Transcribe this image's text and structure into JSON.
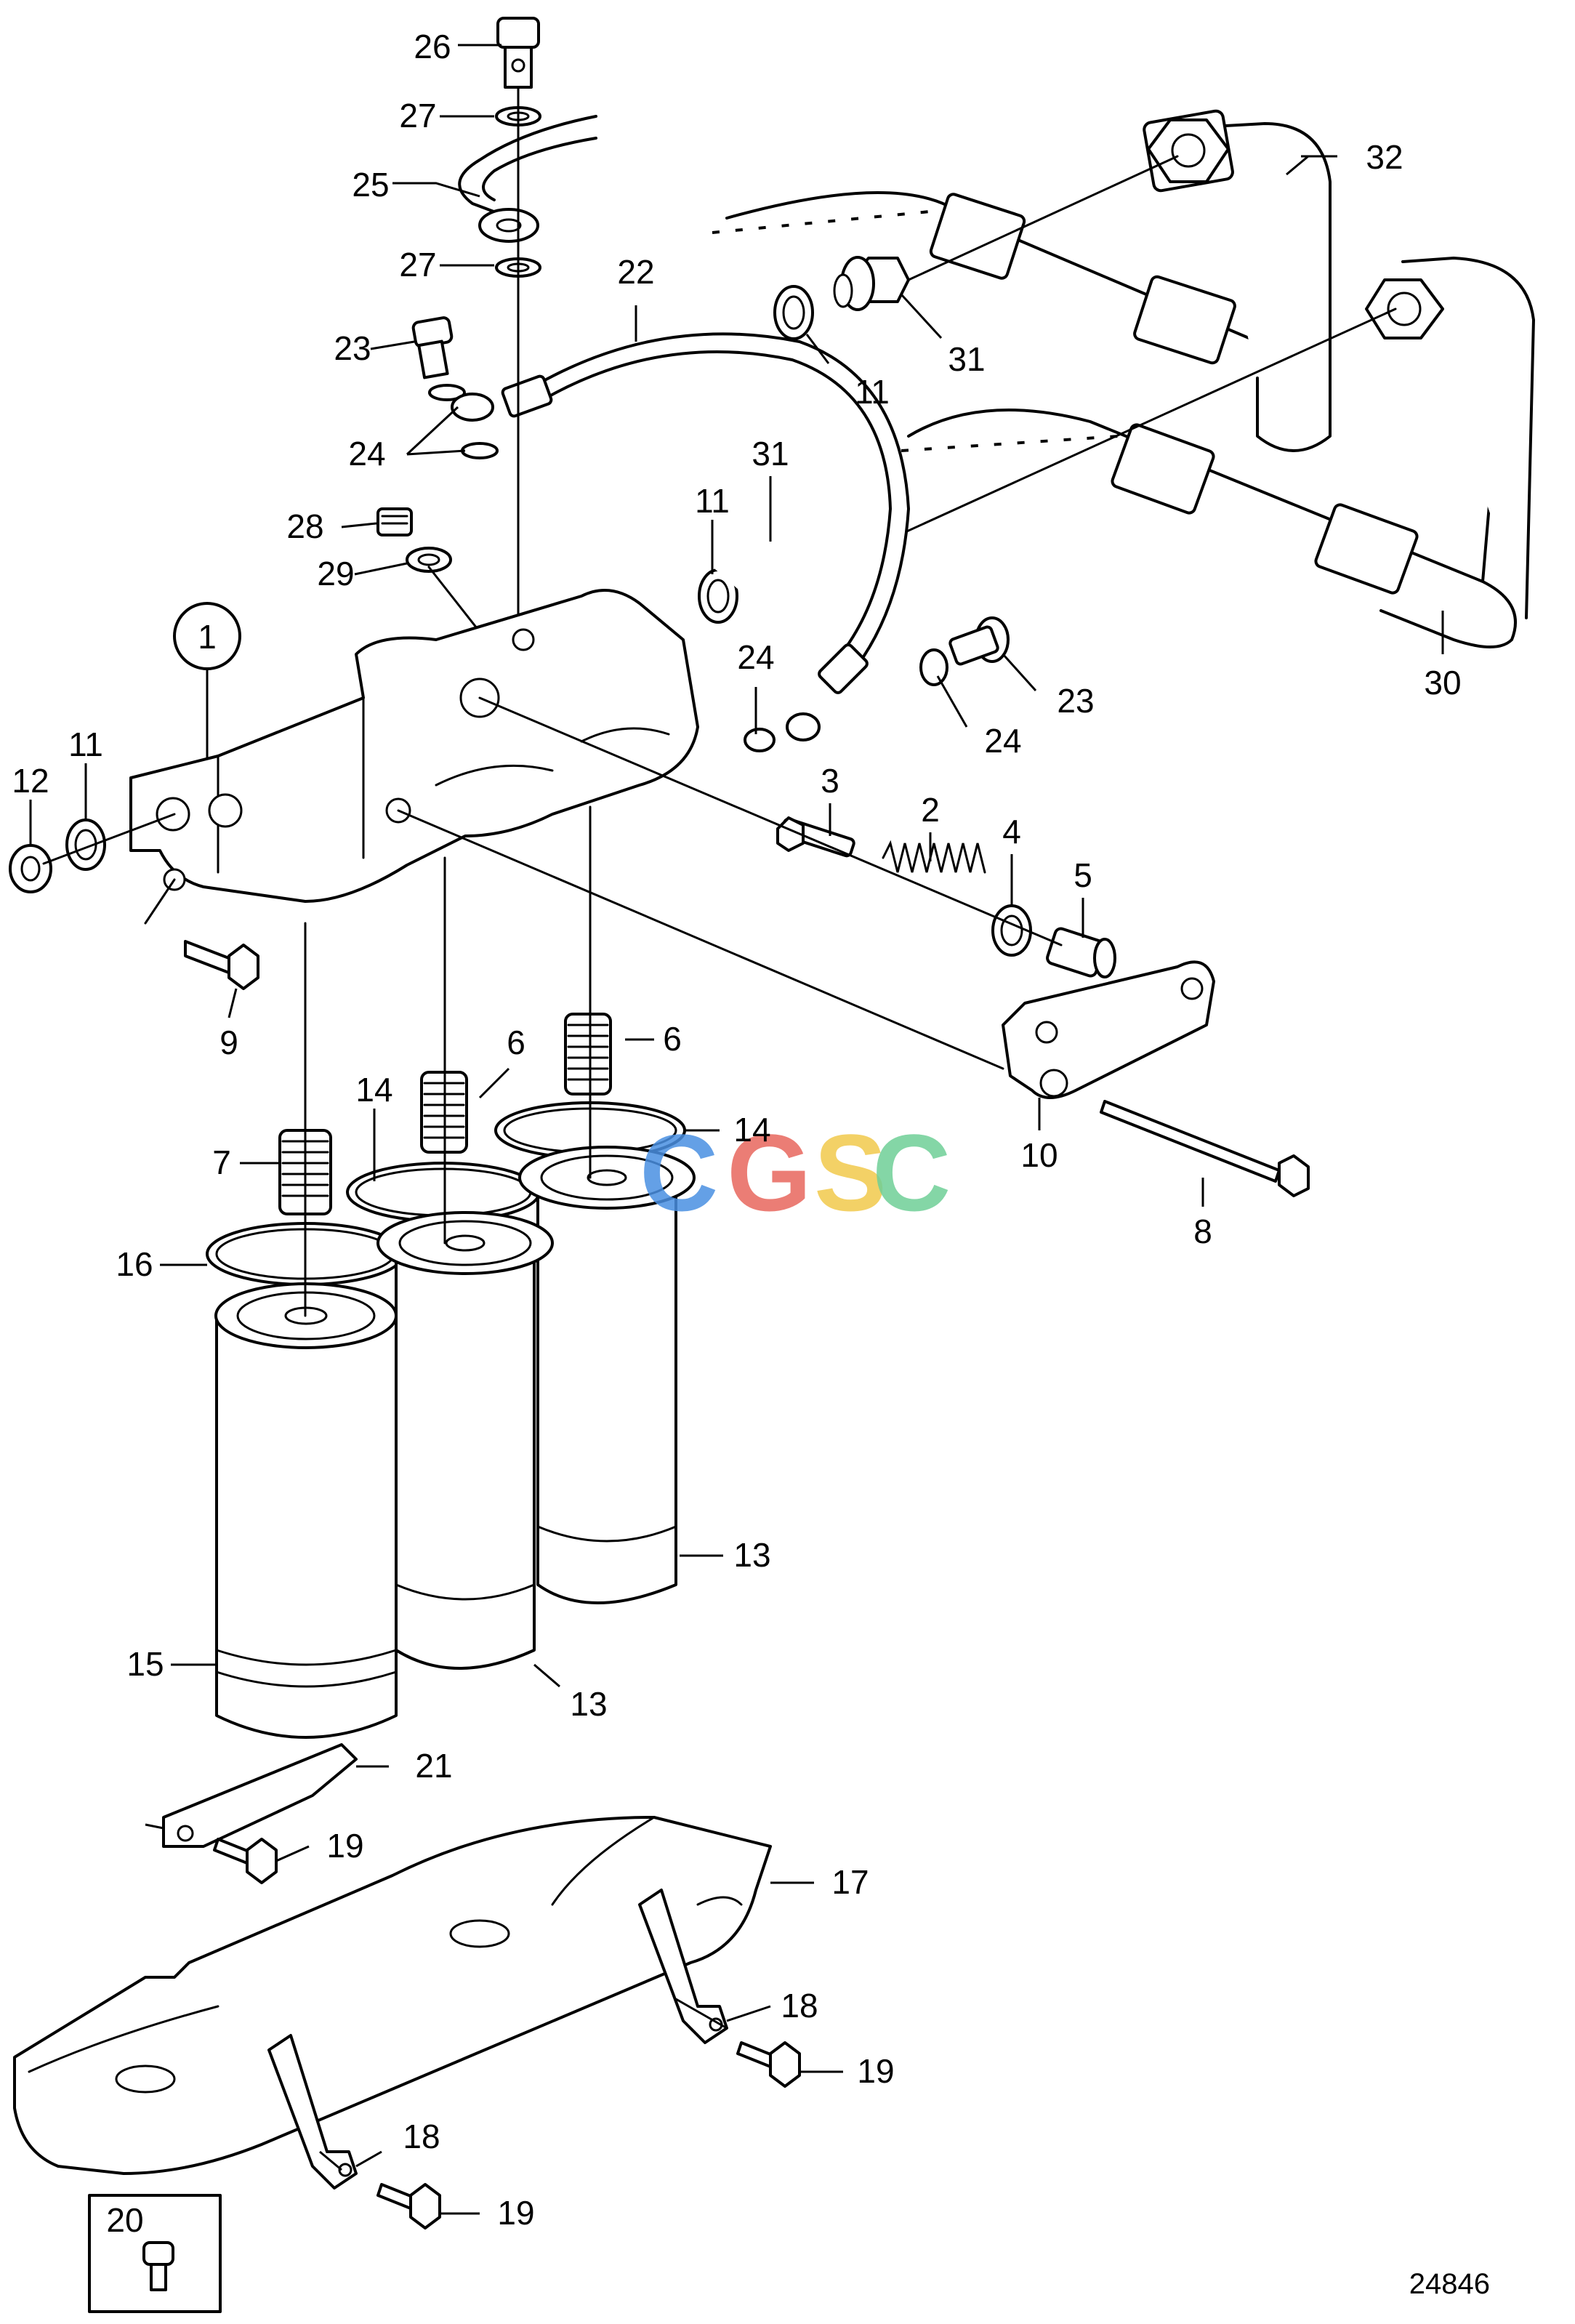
{
  "diagram": {
    "drawing_number": "24846",
    "watermark": {
      "letters": [
        "C",
        "G",
        "S",
        "C"
      ],
      "colors": [
        "#4a90e2",
        "#e8675d",
        "#f2c94c",
        "#6fcf97"
      ]
    },
    "callouts": [
      {
        "id": "c1",
        "label": "1",
        "circled": true
      },
      {
        "id": "c2",
        "label": "2"
      },
      {
        "id": "c3",
        "label": "3"
      },
      {
        "id": "c4",
        "label": "4"
      },
      {
        "id": "c5",
        "label": "5"
      },
      {
        "id": "c6a",
        "label": "6"
      },
      {
        "id": "c6b",
        "label": "6"
      },
      {
        "id": "c7",
        "label": "7"
      },
      {
        "id": "c8",
        "label": "8"
      },
      {
        "id": "c9",
        "label": "9"
      },
      {
        "id": "c10",
        "label": "10"
      },
      {
        "id": "c11a",
        "label": "11"
      },
      {
        "id": "c11b",
        "label": "11"
      },
      {
        "id": "c11c",
        "label": "11"
      },
      {
        "id": "c12",
        "label": "12"
      },
      {
        "id": "c13a",
        "label": "13"
      },
      {
        "id": "c13b",
        "label": "13"
      },
      {
        "id": "c14a",
        "label": "14"
      },
      {
        "id": "c14b",
        "label": "14"
      },
      {
        "id": "c15",
        "label": "15"
      },
      {
        "id": "c16",
        "label": "16"
      },
      {
        "id": "c17",
        "label": "17"
      },
      {
        "id": "c18a",
        "label": "18"
      },
      {
        "id": "c18b",
        "label": "18"
      },
      {
        "id": "c19a",
        "label": "19"
      },
      {
        "id": "c19b",
        "label": "19"
      },
      {
        "id": "c19c",
        "label": "19"
      },
      {
        "id": "c20",
        "label": "20",
        "boxed": true
      },
      {
        "id": "c21",
        "label": "21"
      },
      {
        "id": "c22",
        "label": "22"
      },
      {
        "id": "c23a",
        "label": "23"
      },
      {
        "id": "c23b",
        "label": "23"
      },
      {
        "id": "c24a",
        "label": "24"
      },
      {
        "id": "c24b",
        "label": "24"
      },
      {
        "id": "c24c",
        "label": "24"
      },
      {
        "id": "c25",
        "label": "25"
      },
      {
        "id": "c26",
        "label": "26"
      },
      {
        "id": "c27a",
        "label": "27"
      },
      {
        "id": "c27b",
        "label": "27"
      },
      {
        "id": "c28",
        "label": "28"
      },
      {
        "id": "c29",
        "label": "29"
      },
      {
        "id": "c30",
        "label": "30"
      },
      {
        "id": "c31a",
        "label": "31"
      },
      {
        "id": "c31b",
        "label": "31"
      },
      {
        "id": "c32",
        "label": "32"
      }
    ]
  }
}
